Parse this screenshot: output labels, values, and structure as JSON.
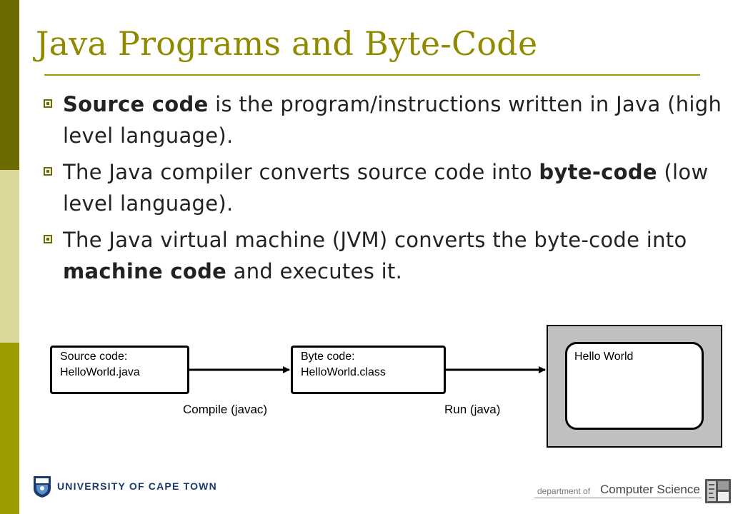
{
  "slide": {
    "title": "Java Programs and Byte-Code",
    "bullets": [
      {
        "parts": [
          {
            "text": "Source code",
            "bold": true
          },
          {
            "text": " is the program/instructions written in Java (high level language).",
            "bold": false
          }
        ]
      },
      {
        "parts": [
          {
            "text": "The Java compiler converts source code into ",
            "bold": false
          },
          {
            "text": "byte-code",
            "bold": true
          },
          {
            "text": " (low level language).",
            "bold": false
          }
        ]
      },
      {
        "parts": [
          {
            "text": "The Java virtual machine (JVM) converts the byte-code into ",
            "bold": false
          },
          {
            "text": "machine code",
            "bold": true
          },
          {
            "text": " and executes it.",
            "bold": false
          }
        ]
      }
    ]
  },
  "diagram": {
    "source_box": {
      "line1": "Source code:",
      "line2": "HelloWorld.java"
    },
    "byte_box": {
      "line1": "Byte code:",
      "line2": "HelloWorld.class"
    },
    "compile_label": "Compile (javac)",
    "run_label": "Run (java)",
    "output_text": "Hello World"
  },
  "footer": {
    "university": "UNIVERSITY OF CAPE TOWN",
    "department_prefix": "department of",
    "department_name": "Computer Science"
  },
  "colors": {
    "accent_dark": "#6b6b00",
    "accent_light": "#d9d79a",
    "accent_mid": "#9c9c00",
    "title": "#8f8a00"
  }
}
